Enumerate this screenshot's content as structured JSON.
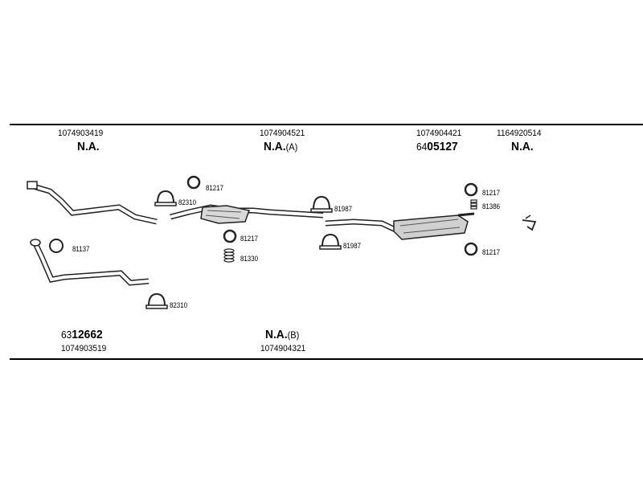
{
  "sections": {
    "a": {
      "ref": "1074903419",
      "label": "N.A."
    },
    "b": {
      "ref": "1074904521",
      "label": "N.A.",
      "suffix": "(A)"
    },
    "c": {
      "ref": "1074904421",
      "prefix": "64",
      "label": "05127"
    },
    "d": {
      "ref": "1164920514",
      "label": "N.A."
    },
    "e": {
      "ref": "1074903519",
      "prefix": "63",
      "label": "12662"
    },
    "f": {
      "ref": "1074904321",
      "label": "N.A.",
      "suffix": "(B)"
    }
  },
  "parts": {
    "ring_1": "81217",
    "clamp_1": "82310",
    "ring_2": "81217",
    "spring": "81330",
    "clamp_2": "81987",
    "clamp_3": "81987",
    "ring_3": "81217",
    "spring_2": "81386",
    "ring_4": "81217",
    "ring_5": "81137",
    "clamp_4": "82310"
  }
}
